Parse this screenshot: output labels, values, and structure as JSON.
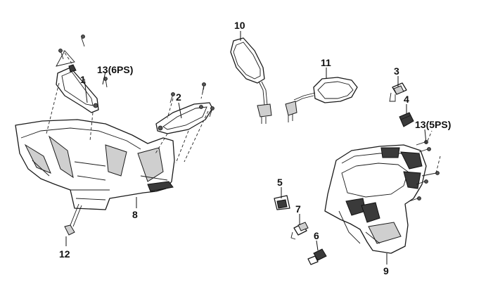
{
  "callouts": {
    "c1": "1",
    "c2": "2",
    "c3": "3",
    "c4": "4",
    "c5": "5",
    "c6": "6",
    "c7": "7",
    "c8": "8",
    "c9": "9",
    "c10": "10",
    "c11": "11",
    "c12": "12",
    "c13a": "13(6PS)",
    "c13b": "13(5PS)"
  },
  "parts": [
    {
      "callout": "1",
      "icon": "left-indicator-lens-icon"
    },
    {
      "callout": "2",
      "icon": "right-indicator-lens-icon"
    },
    {
      "callout": "3",
      "icon": "switch-connector-icon"
    },
    {
      "callout": "4",
      "icon": "switch-connector-icon"
    },
    {
      "callout": "5",
      "icon": "switch-block-icon"
    },
    {
      "callout": "6",
      "icon": "bulb-socket-icon"
    },
    {
      "callout": "7",
      "icon": "bulb-socket-icon"
    },
    {
      "callout": "8",
      "icon": "front-handlebar-cover-icon"
    },
    {
      "callout": "9",
      "icon": "rear-handlebar-cover-icon"
    },
    {
      "callout": "10",
      "icon": "left-mirror-icon"
    },
    {
      "callout": "11",
      "icon": "right-mirror-icon"
    },
    {
      "callout": "12",
      "icon": "bolt-icon"
    },
    {
      "callout": "13",
      "icon": "screw-icon"
    }
  ]
}
